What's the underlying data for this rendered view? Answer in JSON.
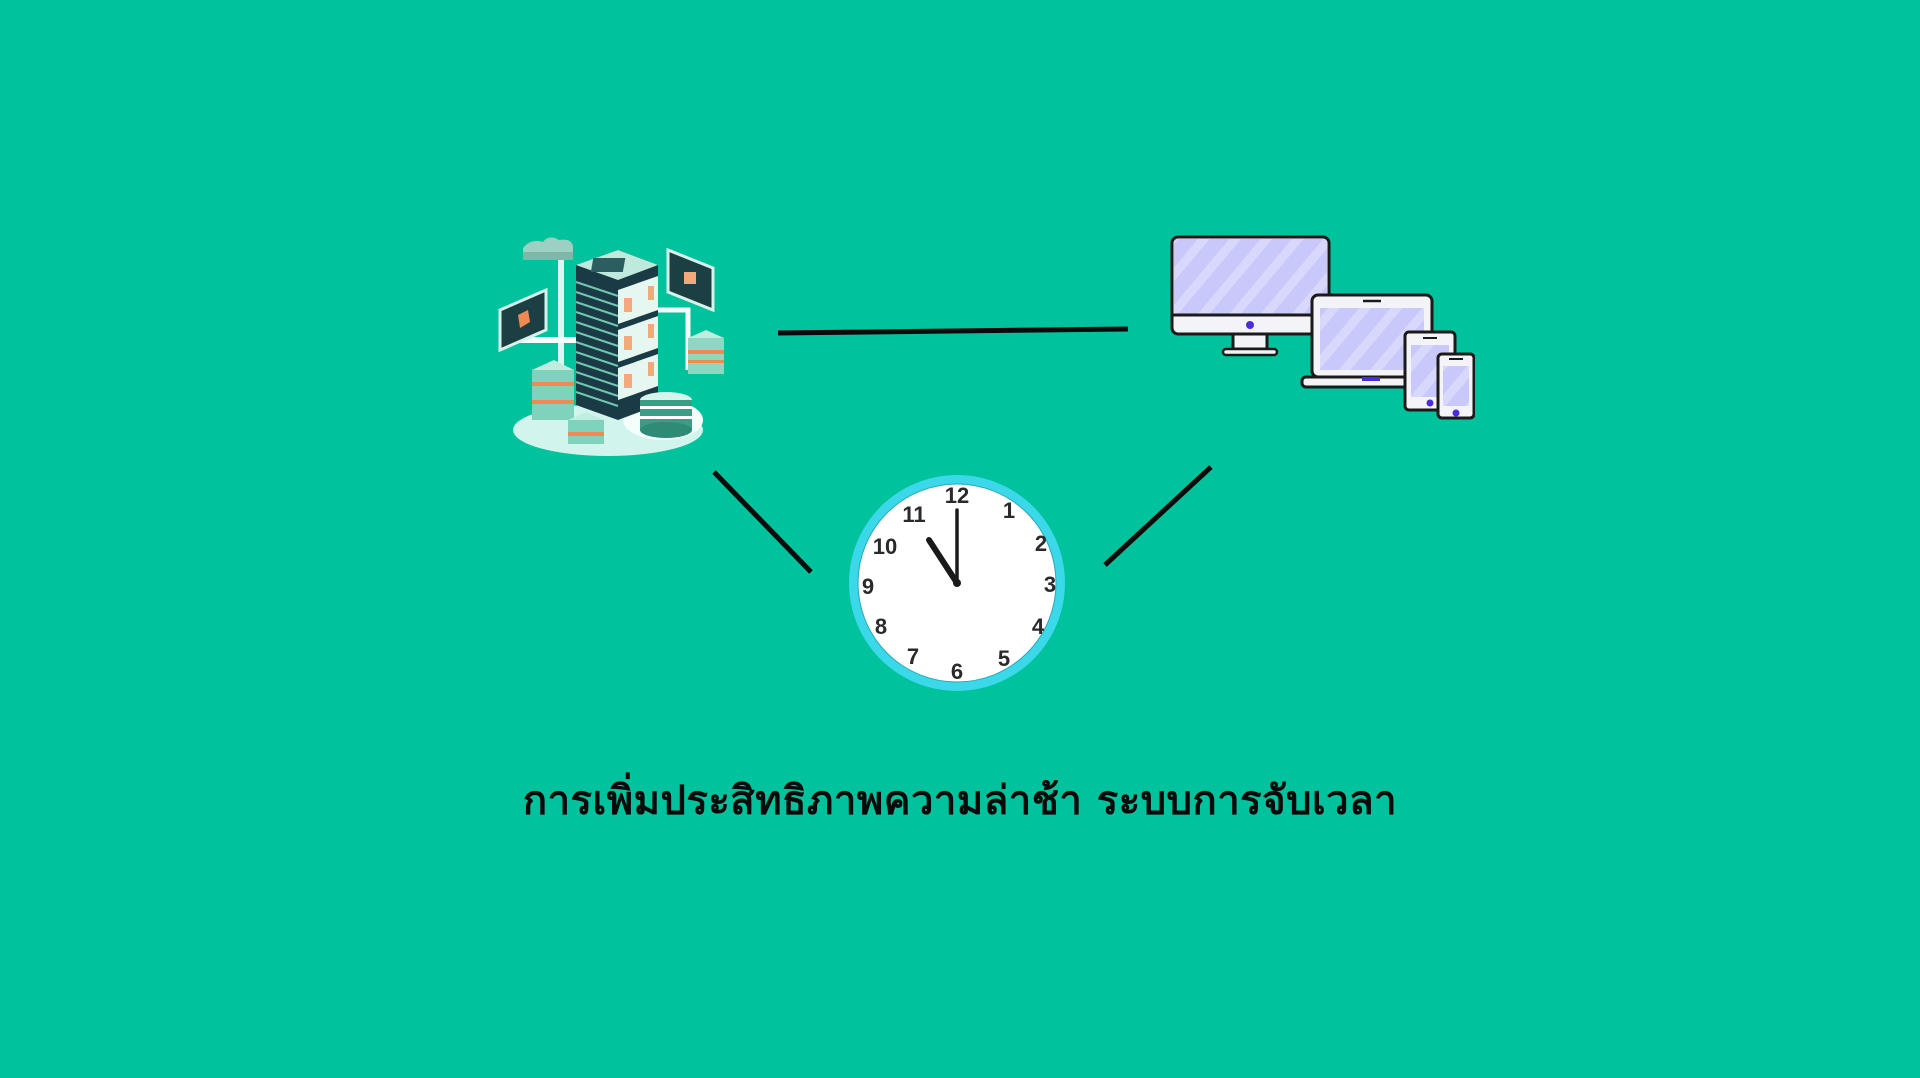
{
  "diagram": {
    "background_color": "#00c29c",
    "nodes": [
      {
        "id": "server",
        "label": "",
        "icon": "server-datacenter-icon"
      },
      {
        "id": "devices",
        "label": "",
        "icon": "multi-device-icon"
      },
      {
        "id": "clock",
        "label": "",
        "icon": "clock-icon",
        "time": "11:00",
        "numbers": [
          "12",
          "1",
          "2",
          "3",
          "4",
          "5",
          "6",
          "7",
          "8",
          "9",
          "10",
          "11"
        ]
      }
    ],
    "edges": [
      {
        "from": "server",
        "to": "devices"
      },
      {
        "from": "server",
        "to": "clock"
      },
      {
        "from": "devices",
        "to": "clock"
      }
    ],
    "caption": "การเพิ่มประสิทธิภาพความล่าช้า ระบบการจับเวลา"
  }
}
